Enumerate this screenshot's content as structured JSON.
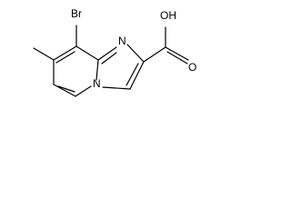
{
  "molecule": {
    "atoms": {
      "br": "Br",
      "n_imidazole": "N",
      "n_bridge": "N",
      "oh": "OH",
      "o_carbonyl": "O"
    }
  }
}
